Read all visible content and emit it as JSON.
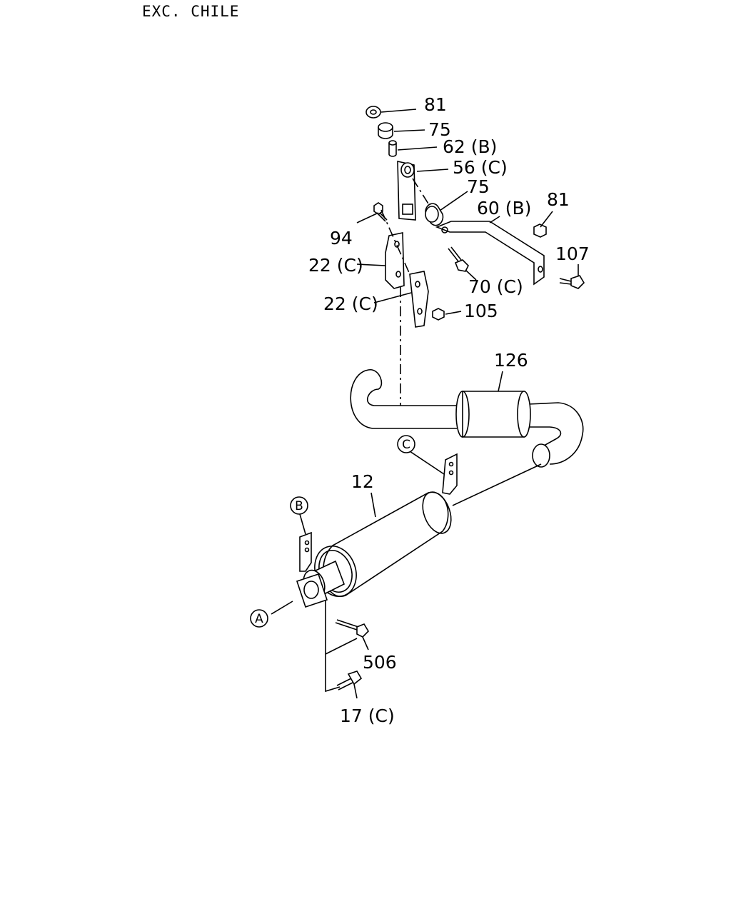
{
  "header": {
    "note": "EXC. CHILE"
  },
  "labels": {
    "p81a": "81",
    "p75a": "75",
    "p62b": "62 (B)",
    "p56c": "56 (C)",
    "p75b": "75",
    "p60b": "60 (B)",
    "p81b": "81",
    "p94": "94",
    "p107": "107",
    "p22c_a": "22 (C)",
    "p70c": "70 (C)",
    "p22c_b": "22 (C)",
    "p105": "105",
    "p126": "126",
    "p12": "12",
    "p506": "506",
    "p17c": "17 (C)"
  },
  "callouts": {
    "a": "A",
    "b": "B",
    "c": "C"
  }
}
